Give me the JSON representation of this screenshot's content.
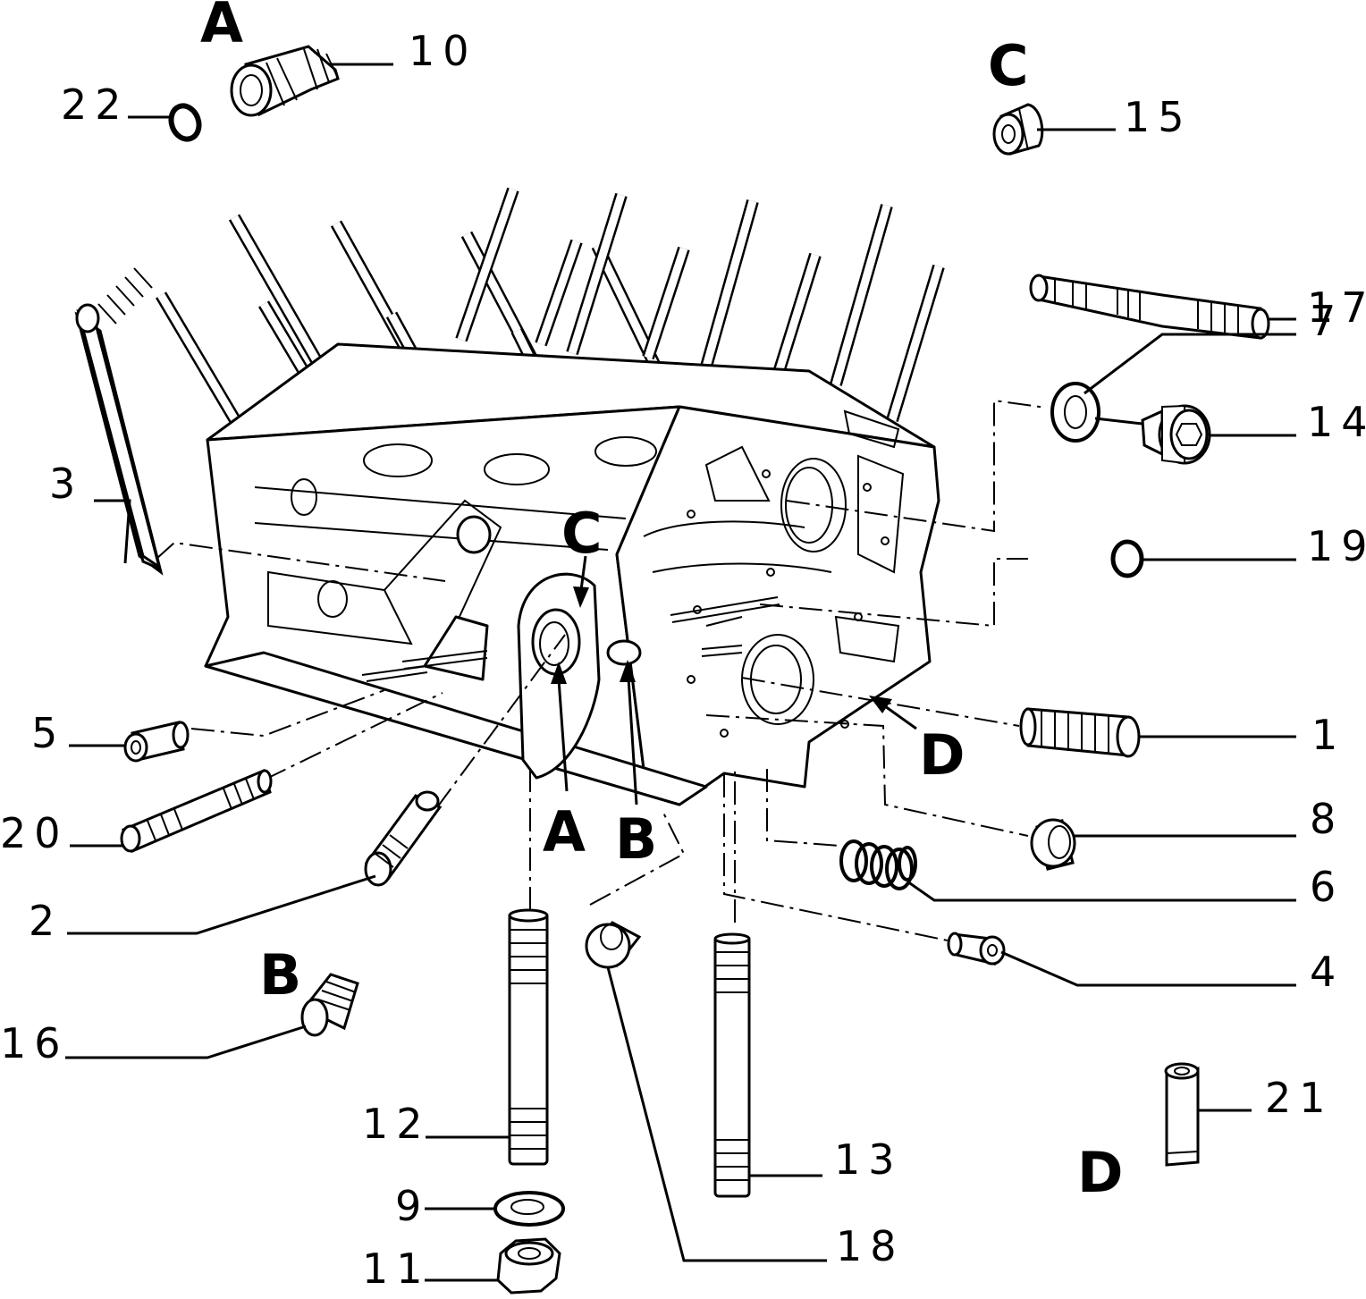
{
  "callouts": [
    {
      "id": "c1",
      "text": "1"
    },
    {
      "id": "c2",
      "text": "2"
    },
    {
      "id": "c3",
      "text": "3"
    },
    {
      "id": "c4",
      "text": "4"
    },
    {
      "id": "c5",
      "text": "5"
    },
    {
      "id": "c6",
      "text": "6"
    },
    {
      "id": "c7",
      "text": "7"
    },
    {
      "id": "c8",
      "text": "8"
    },
    {
      "id": "c9",
      "text": "9"
    },
    {
      "id": "c10",
      "text": "10"
    },
    {
      "id": "c11",
      "text": "11"
    },
    {
      "id": "c12",
      "text": "12"
    },
    {
      "id": "c13",
      "text": "13"
    },
    {
      "id": "c14",
      "text": "14"
    },
    {
      "id": "c15",
      "text": "15"
    },
    {
      "id": "c16",
      "text": "16"
    },
    {
      "id": "c17",
      "text": "17"
    },
    {
      "id": "c18",
      "text": "18"
    },
    {
      "id": "c19",
      "text": "19"
    },
    {
      "id": "c20",
      "text": "20"
    },
    {
      "id": "c21",
      "text": "21"
    },
    {
      "id": "c22",
      "text": "22"
    }
  ],
  "detail_letters": {
    "a_detail": "A",
    "b_detail": "B",
    "c_detail": "C",
    "d_detail": "D",
    "a_pointer": "A",
    "b_pointer": "B",
    "c_pointer": "C",
    "d_pointer": "D"
  }
}
